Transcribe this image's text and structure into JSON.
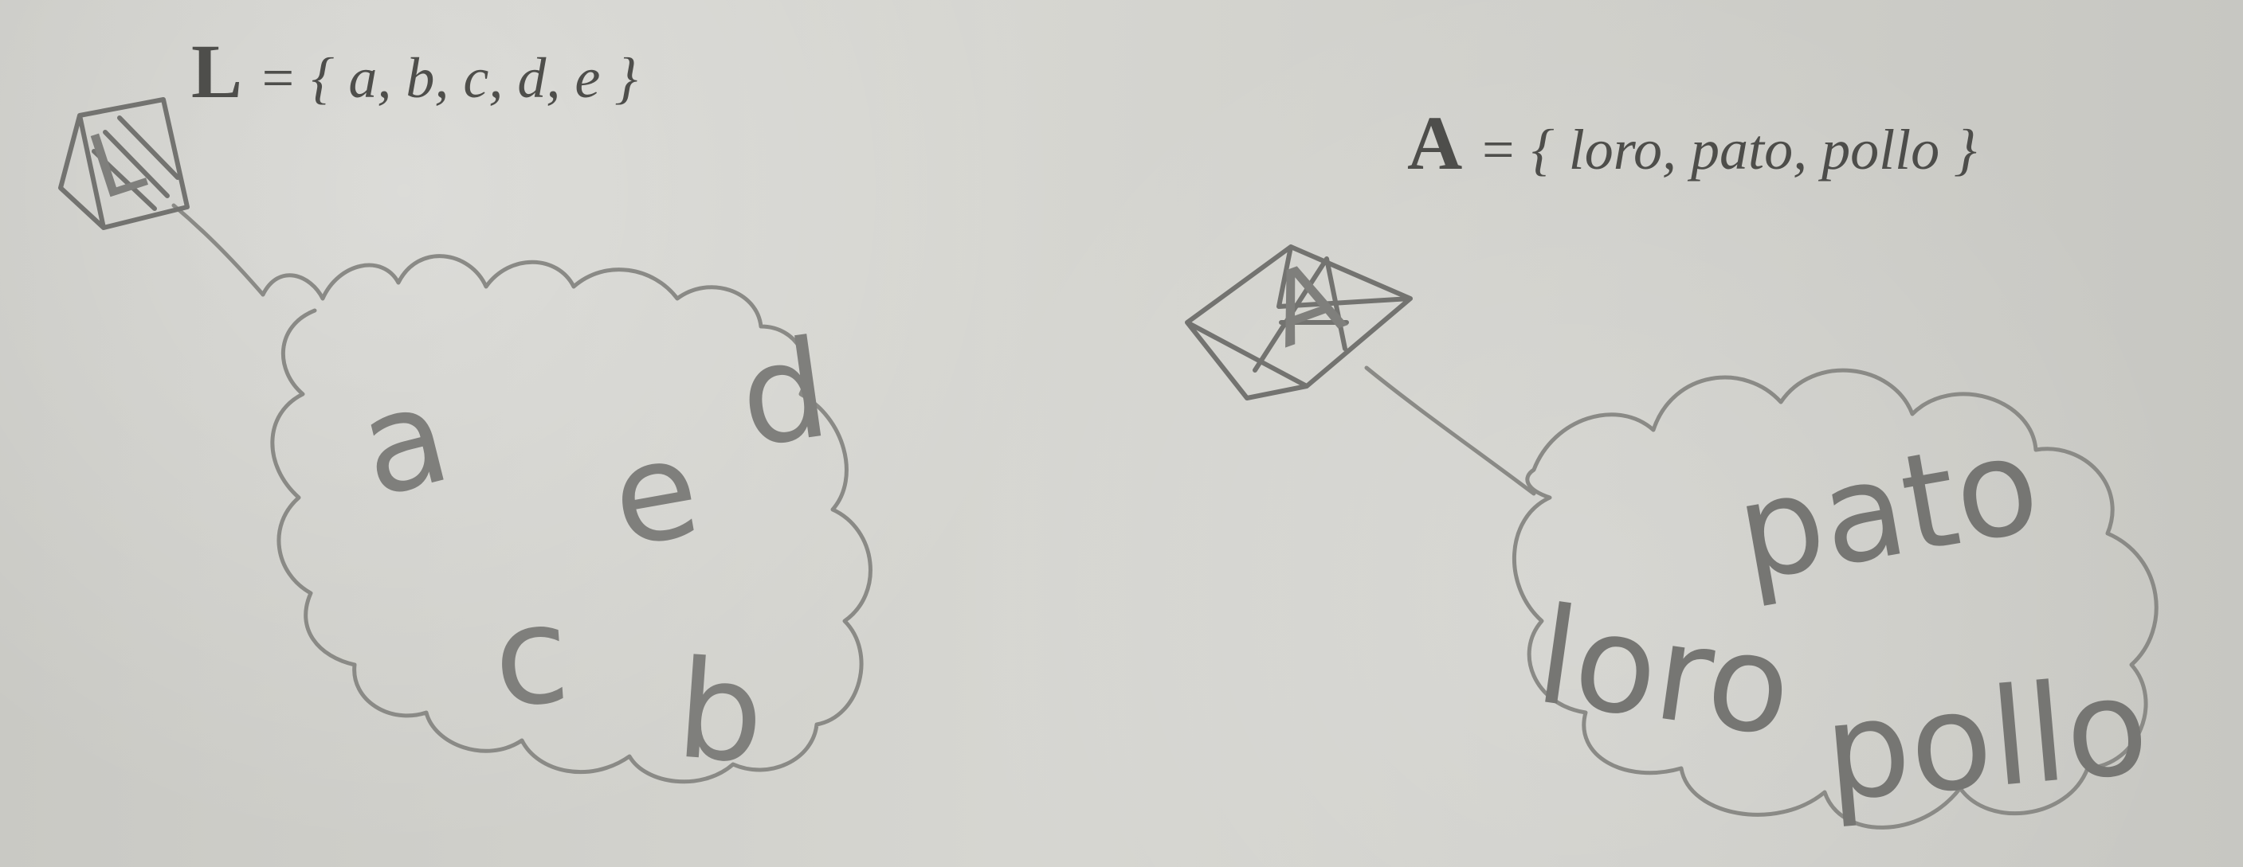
{
  "printed": {
    "set_L": {
      "name": "L",
      "rest": " = { a, b, c, d, e }"
    },
    "set_A": {
      "name": "A",
      "rest": " = { loro, pato, pollo }"
    }
  },
  "drawings": {
    "label_L": "L",
    "label_A": "A",
    "letters_L": [
      "a",
      "e",
      "d",
      "c",
      "b"
    ],
    "words_A": [
      "pato",
      "loro",
      "pollo"
    ]
  }
}
